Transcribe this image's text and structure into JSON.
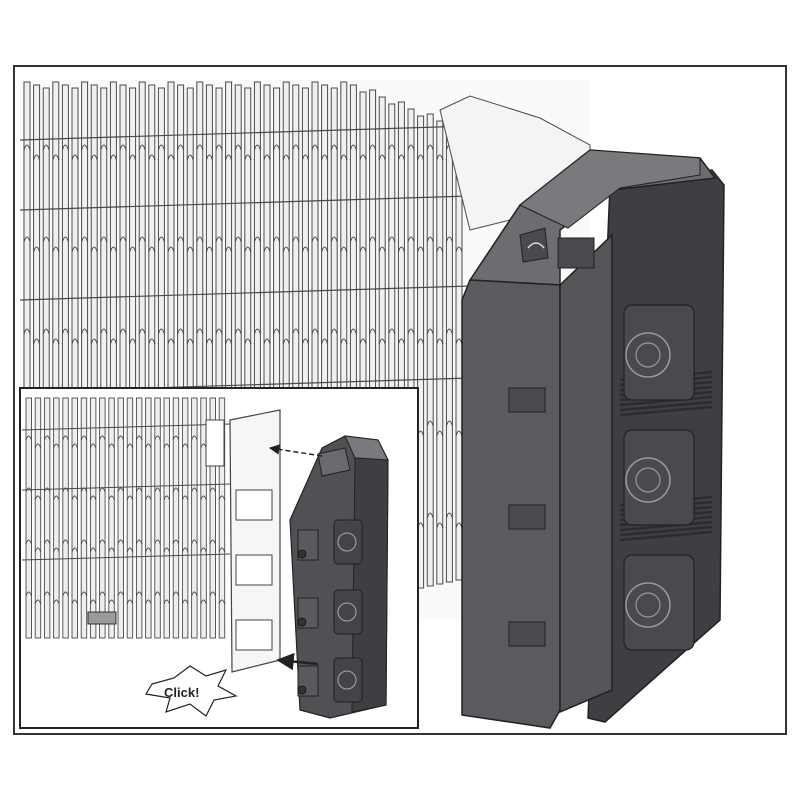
{
  "figure": {
    "callout_label": "Click!",
    "colors": {
      "background": "#ffffff",
      "frame": "#333333",
      "rack_stroke": "#4a4a4a",
      "rack_fill": "#f2f2f2",
      "module_body": "#5b5b5f",
      "module_dark": "#3f3f43",
      "module_light": "#7a7a7e",
      "arrow": "#222222"
    },
    "icons": {
      "main_module": "power-supply-module",
      "inset_module": "power-supply-module",
      "fans": "fan-grille-icon",
      "arrows": "insertion-arrow-icon",
      "burst": "click-burst-icon"
    }
  }
}
